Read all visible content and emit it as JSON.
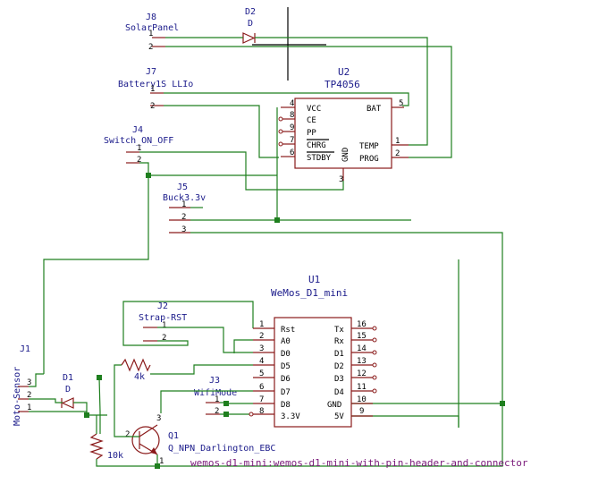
{
  "j8": {
    "ref": "J8",
    "value": "SolarPanel",
    "pins": [
      "1",
      "2"
    ]
  },
  "d2": {
    "ref": "D2",
    "value": "D"
  },
  "j7": {
    "ref": "J7",
    "value": "Battery1S LLIo",
    "pins": [
      "1",
      "2"
    ]
  },
  "u2": {
    "ref": "U2",
    "value": "TP4056",
    "left_pins": [
      "VCC",
      "CE",
      "PP",
      "CHRG",
      "STDBY"
    ],
    "left_nums": [
      "4",
      "8",
      "9",
      "7",
      "6"
    ],
    "right_pins": [
      "BAT",
      "TEMP",
      "PROG"
    ],
    "right_nums": [
      "5",
      "1",
      "2"
    ],
    "gnd": "GND",
    "gnd_num": "3"
  },
  "j4": {
    "ref": "J4",
    "value": "Switch_ON_OFF",
    "pins": [
      "1",
      "2"
    ]
  },
  "j5": {
    "ref": "J5",
    "value": "Buck3.3v",
    "pins": [
      "1",
      "2",
      "3"
    ]
  },
  "u1": {
    "ref": "U1",
    "value": "WeMos_D1_mini",
    "left_pins": [
      "Rst",
      "A0",
      "D0",
      "D5",
      "D6",
      "D7",
      "D8",
      "3.3V"
    ],
    "left_nums": [
      "1",
      "2",
      "3",
      "4",
      "5",
      "6",
      "7",
      "8"
    ],
    "right_pins": [
      "Tx",
      "Rx",
      "D1",
      "D2",
      "D3",
      "D4",
      "GND",
      "5V"
    ],
    "right_nums": [
      "16",
      "15",
      "14",
      "13",
      "12",
      "11",
      "10",
      "9"
    ],
    "footprint": "wemos-d1-mini:wemos-d1-mini-with-pin-header-and-connector"
  },
  "j2": {
    "ref": "J2",
    "value": "Strap-RST",
    "pins": [
      "1",
      "2"
    ]
  },
  "j3": {
    "ref": "J3",
    "value": "WifiMode",
    "pins": [
      "1",
      "2"
    ]
  },
  "j1": {
    "ref": "J1",
    "value": "Moto-Sensor",
    "pins": [
      "1",
      "2",
      "3"
    ]
  },
  "d1": {
    "ref": "D1",
    "value": "D"
  },
  "r_top": {
    "value": "4k"
  },
  "r_bot": {
    "value": "10k"
  },
  "q1": {
    "ref": "Q1",
    "value": "Q_NPN_Darlington_EBC",
    "pins": [
      "1",
      "2",
      "3"
    ]
  }
}
